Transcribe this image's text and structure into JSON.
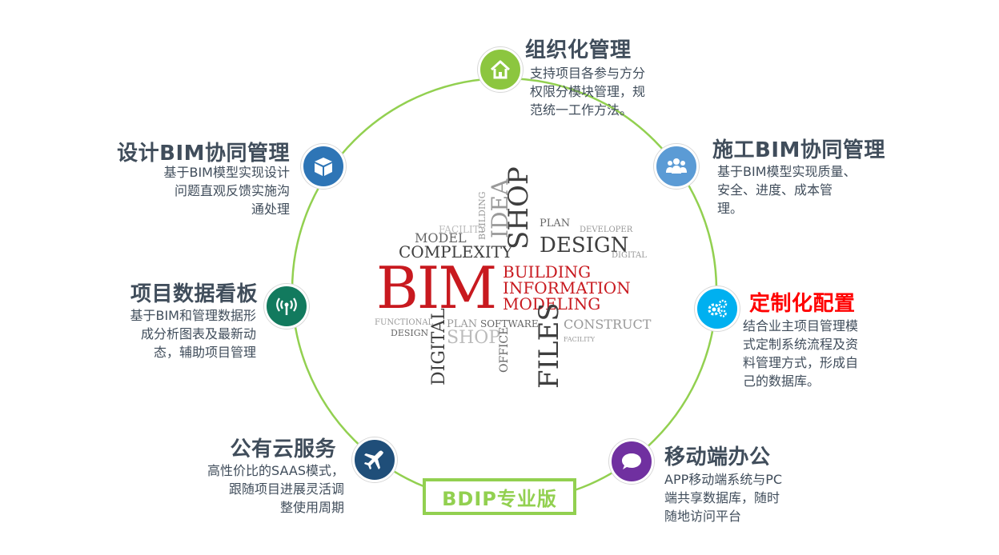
{
  "nodes": {
    "org": {
      "title": "组织化管理",
      "desc": [
        "支持项目各参与方分",
        "权限分模块管理，规",
        "范统一工作方法。"
      ],
      "color": "#8cc63f"
    },
    "construction": {
      "title": "施工BIM协同管理",
      "desc": [
        "基于BIM模型实现质量、",
        "安全、进度、成本管",
        "理。"
      ],
      "color": "#5b9bd5"
    },
    "custom": {
      "title": "定制化配置",
      "desc": [
        "结合业主项目管理模",
        "式定制系统流程及资",
        "料管理方式，形成自",
        "己的数据库。"
      ],
      "color": "#00b0f0",
      "title_color": "#ff0000"
    },
    "mobile": {
      "title": "移动端办公",
      "desc": [
        "APP移动端系统与PC",
        "端共享数据库，随时",
        "随地访问平台"
      ],
      "color": "#7030a0"
    },
    "cloud": {
      "title": "公有云服务",
      "desc": [
        "高性价比的SAAS模式，",
        "跟随项目进展灵活调",
        "整使用周期"
      ],
      "color": "#1f4e79"
    },
    "dashboard": {
      "title": "项目数据看板",
      "desc": [
        "基于BIM和管理数据形",
        "成分析图表及最新动",
        "态，辅助项目管理"
      ],
      "color": "#127a5e"
    },
    "design": {
      "title": "设计BIM协同管理",
      "desc": [
        "基于BIM模型实现设计",
        "问题直观反馈实施沟",
        "通处理"
      ],
      "color": "#2e75b6"
    }
  },
  "cloud_words": {
    "bim": "BIM",
    "building": "BUILDING",
    "information": "INFORMATION",
    "modeling": "MODELING",
    "complexity": "COMPLEXITY",
    "design": "DESIGN",
    "model": "MODEL",
    "plan": "PLAN",
    "developer": "DEVELOPER",
    "digital_small": "DIGITAL",
    "shop": "SHOP",
    "idea": "IDEA",
    "building_small": "BUILDING",
    "facility": "FACILITY",
    "functional": "FUNCTIONAL",
    "design_small": "DESIGN",
    "digital": "DIGITAL",
    "plan2": "PLAN",
    "shop2": "SHOP",
    "software": "SOFTWARE",
    "office": "OFFICE",
    "files": "FILES",
    "construct": "CONSTRUCT",
    "facility2": "FACILITY"
  },
  "badge": "BDIP专业版",
  "ring_color": "#92d050"
}
